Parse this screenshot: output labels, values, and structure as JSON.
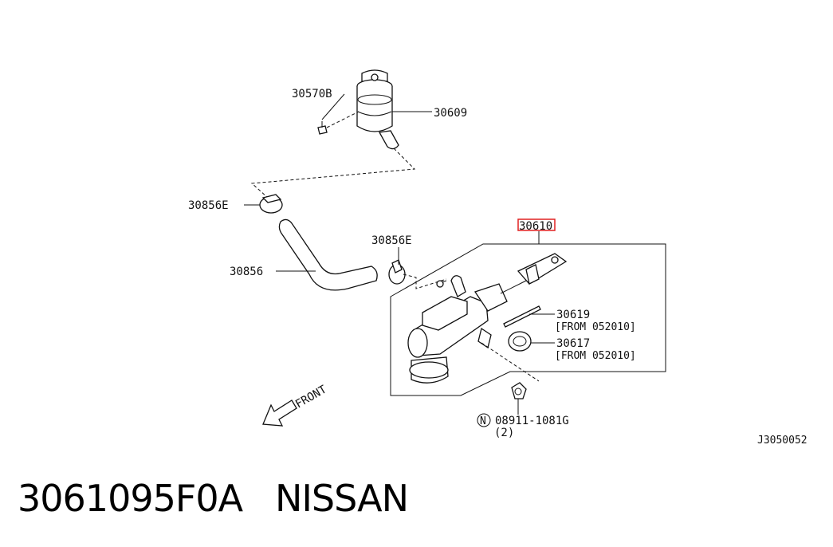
{
  "labels": {
    "p30570B": "30570B",
    "p30609": "30609",
    "p30856E_a": "30856E",
    "p30856E_b": "30856E",
    "p30856": "30856",
    "p30610": "30610",
    "p30619": "30619",
    "p30619_note": "[FROM 052010]",
    "p30617": "30617",
    "p30617_note": "[FROM 052010]",
    "nut_code": "08911-1081G",
    "nut_prefix": "N",
    "nut_qty": "(2)",
    "front": "FRONT",
    "diagram_code": "J3050052"
  },
  "caption": {
    "part_number": "3061095F0A",
    "brand": "NISSAN"
  },
  "colors": {
    "highlight": "#e02020",
    "line": "#111111"
  }
}
